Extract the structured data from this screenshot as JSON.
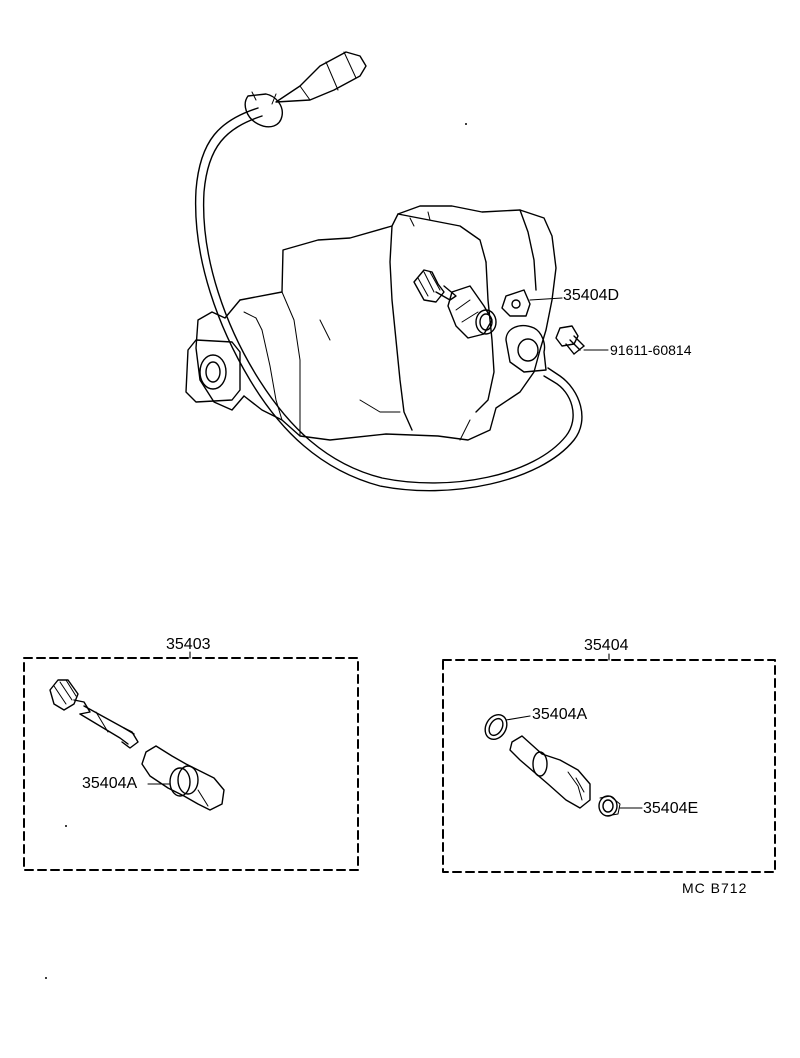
{
  "labels": {
    "part_35404d": "35404D",
    "part_91611": "91611-60814",
    "group_35403": "35403",
    "group_35404": "35404",
    "part_35404a_left": "35404A",
    "part_35404a_right": "35404A",
    "part_35404e": "35404E"
  },
  "figure_code": "MC  B712"
}
